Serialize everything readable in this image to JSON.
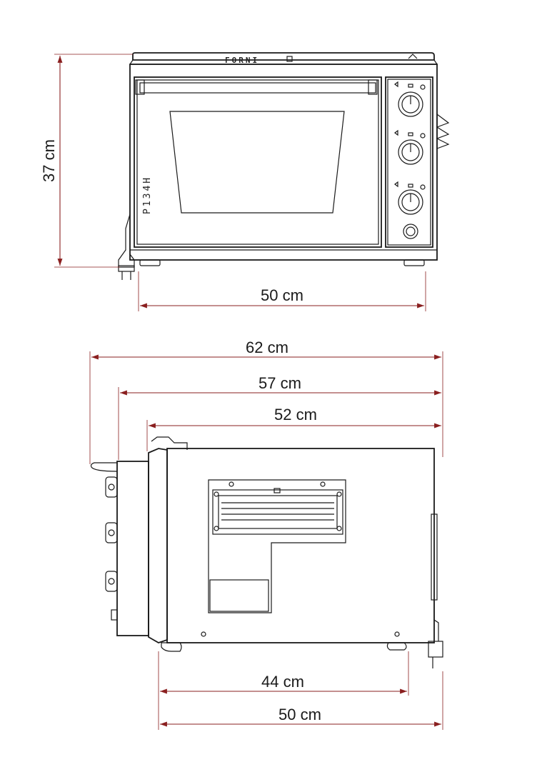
{
  "front_view": {
    "brand_label": "FORNI",
    "model_label": "P134H",
    "dimensions": {
      "height": "37 cm",
      "width": "50 cm"
    }
  },
  "side_view": {
    "dimensions": {
      "overall_depth": "62 cm",
      "depth_without_plug": "57 cm",
      "body_depth": "52 cm",
      "feet_spacing": "44 cm",
      "base_depth": "50 cm"
    }
  },
  "colors": {
    "dimension_line": "#8a1f1f",
    "outline": "#1a1a1a",
    "background": "#ffffff"
  }
}
